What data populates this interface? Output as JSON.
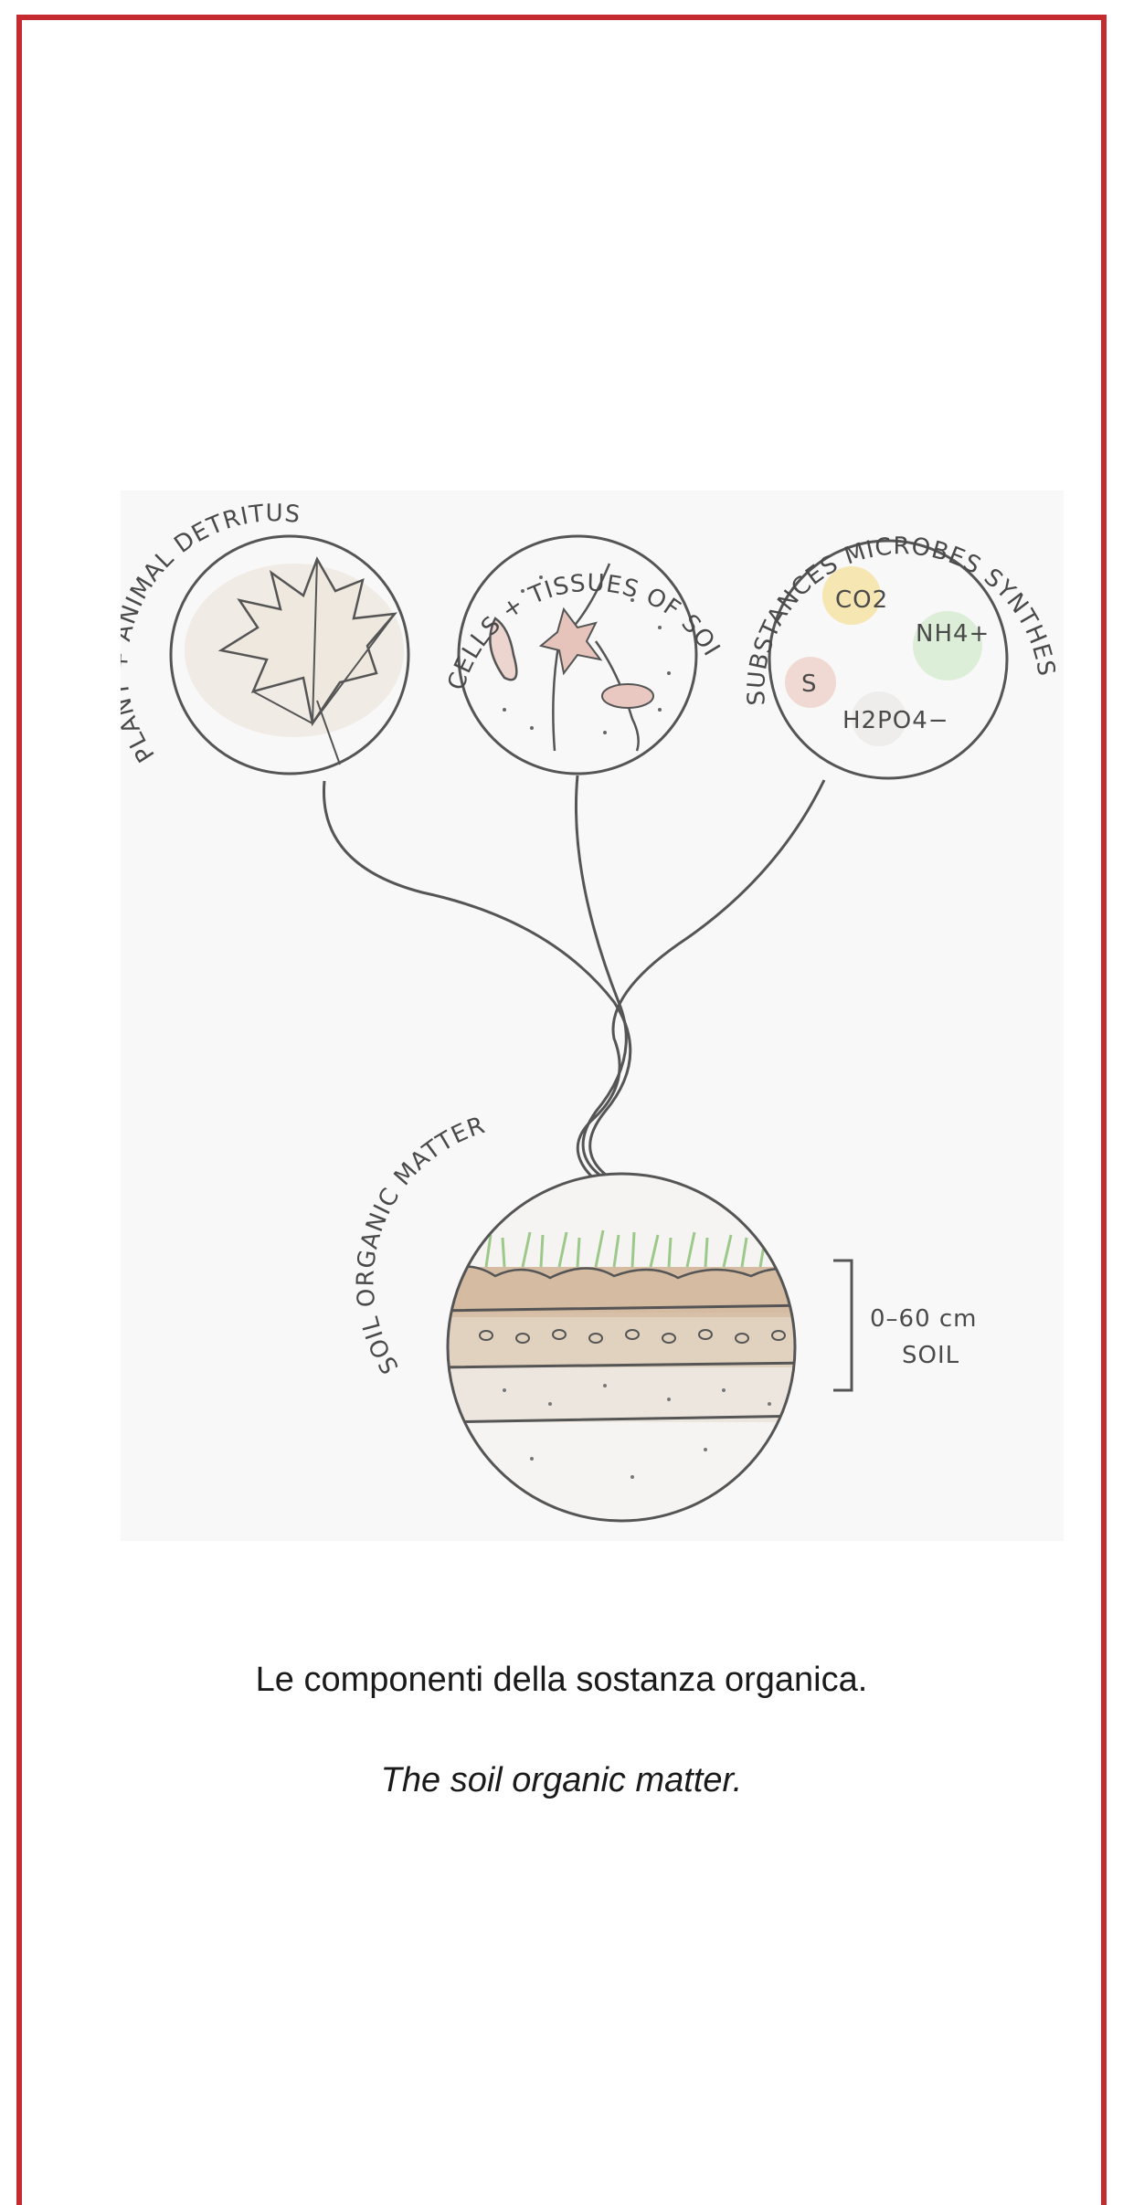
{
  "diagram": {
    "labels": {
      "plant_animal": "PLANT + ANIMAL DETRITUS",
      "cells_tissues": "CELLS + TISSUES OF SOIL MICROBES",
      "substances": "SUBSTANCES MICROBES SYNTHESIZE",
      "soil_organic_matter": "SOIL ORGANIC MATTER",
      "depth": "0–60 cm",
      "soil": "SOIL",
      "co2": "CO2",
      "nh4": "NH4+",
      "s": "S",
      "h2po4": "H2PO4−"
    },
    "colors": {
      "frame": "#c62a31",
      "ink": "#555555",
      "soil_brown": "#c8a887",
      "grass_green": "#9cc98a",
      "co2_yellow": "#f6e3a6",
      "nh4_green": "#d7ecd2",
      "s_pink": "#f0d3cc"
    }
  },
  "captions": {
    "italian": "Le componenti della sostanza organica.",
    "english": "The soil organic matter."
  }
}
